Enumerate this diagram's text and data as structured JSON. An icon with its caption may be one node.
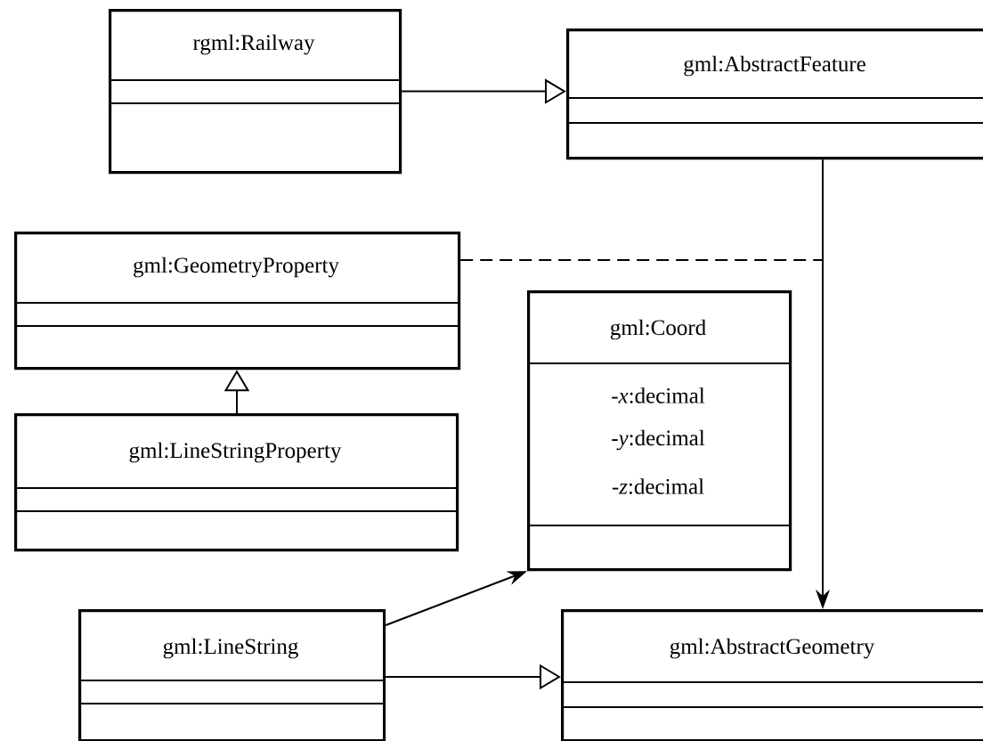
{
  "diagram": {
    "nodes": [
      {
        "text": [
          "rgml:Railway"
        ]
      },
      {
        "text": [
          "gml:AbstractFeature"
        ]
      },
      {
        "text": [
          "gml:GeometryProperty"
        ]
      },
      {
        "text": [
          "gml:LineStringProperty"
        ]
      },
      {
        "text": [
          "gml:Coord",
          "-*x*:decimal",
          "-*y*:decimal",
          "-*z*:decimal"
        ]
      },
      {
        "text": [
          "gml:LineString"
        ]
      },
      {
        "text": [
          "gml:AbstractGeometry"
        ]
      }
    ],
    "edges": [
      {
        "from": 0,
        "to": 1,
        "arrow": "to"
      },
      {
        "from": 1,
        "to": 6,
        "arrow": "to"
      },
      {
        "from": 2,
        "to": null,
        "arrow": "none",
        "style": "dashed"
      },
      {
        "from": 3,
        "to": 2,
        "arrow": "to"
      },
      {
        "from": 5,
        "to": 4,
        "arrow": "to"
      },
      {
        "from": 5,
        "to": 6,
        "arrow": "to"
      }
    ]
  }
}
